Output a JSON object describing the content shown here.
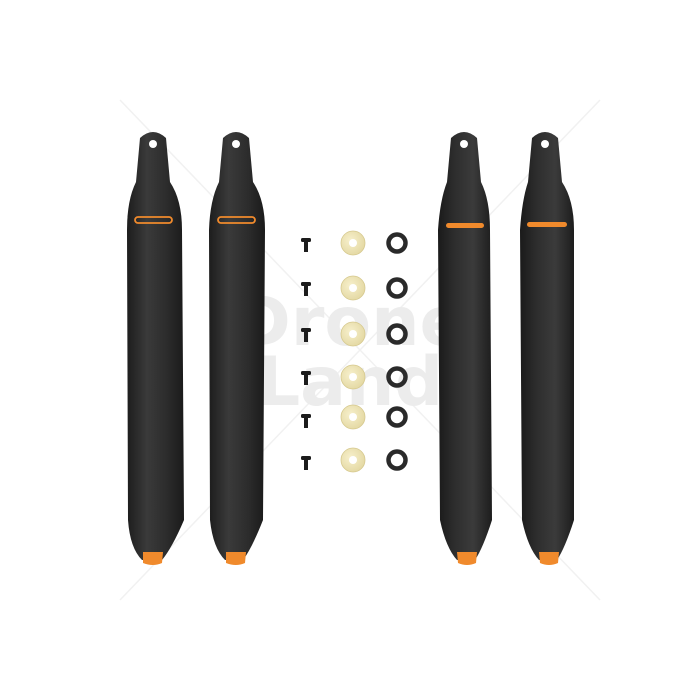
{
  "photo": {
    "background_color": "#ffffff",
    "blade_color": "#2b2b2b",
    "accent_color": "#f08a2c",
    "screw_color": "#1c1c1c",
    "washer_color": "#efe6b8",
    "ring_color": "#2a2a2a",
    "propeller_count": 4,
    "screw_count": 6,
    "washer_count": 6,
    "rubber_ring_count": 6
  },
  "watermark": {
    "line1": "Drone",
    "line2": "Land",
    "color": "#ececec"
  }
}
